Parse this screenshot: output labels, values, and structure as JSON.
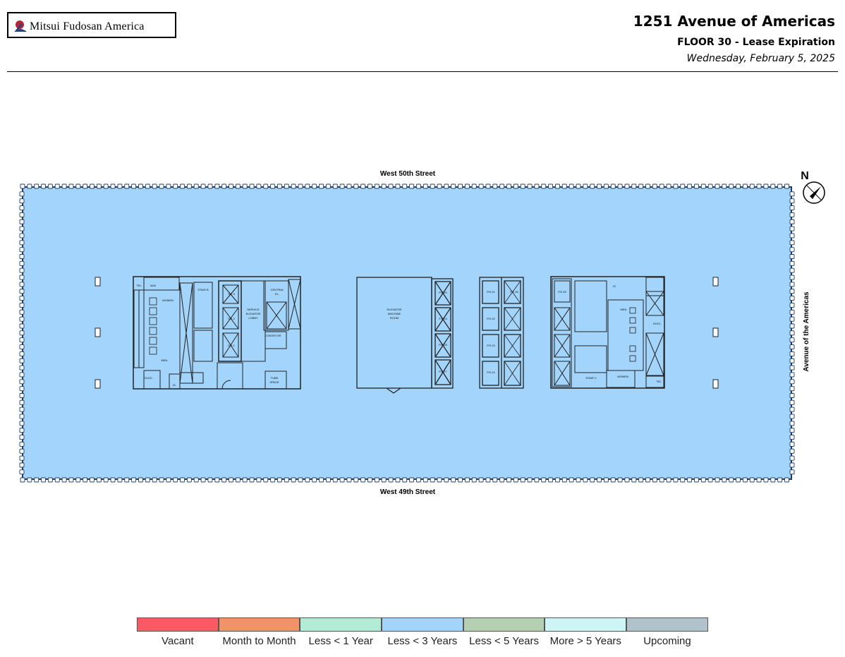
{
  "header": {
    "logo_text": "Mitsui Fudosan America",
    "building": "1251 Avenue of Americas",
    "floor_title": "FLOOR 30 - Lease Expiration",
    "date": "Wednesday, February 5, 2025"
  },
  "plan": {
    "north_street": "West 50th Street",
    "south_street": "West 49th Street",
    "east_street": "Avenue of the Americas",
    "north_label": "N",
    "fill_color": "#a3d4fb",
    "rooms": {
      "elevator_machine_room": [
        "ELEVATOR",
        "MACHINE",
        "ROOM"
      ],
      "service_lobby": [
        "SERVICE",
        "ELEVATOR",
        "LOBBY"
      ],
      "central_el": [
        "CENTRAL",
        "EL."
      ],
      "tube_space": [
        "TUBE",
        "SPACE"
      ],
      "stair_b": "STAIR B",
      "stair_c": "STAIR C",
      "men_west": "MEN",
      "men_east": "MEN",
      "women_west": "WOMEN",
      "women_east": "WOMEN",
      "ada": "ADA",
      "elec_west": "ELEC.",
      "elec_east": "ELEC.",
      "janitor_west": "JC",
      "janitor_east": "JC",
      "conveyor": "CONVEYOR",
      "tel_west": "TEL",
      "tel_east": "TEL",
      "elev_labels": {
        "se3": "S.E.3",
        "se2": "S.E.2",
        "se1": "S.E.1",
        "pe20": "P.E.20",
        "pe19": "P.E.19",
        "pe18": "P.E.18",
        "pe17": "P.E.17",
        "pe21": "P.E.21",
        "pe22": "P.E.22",
        "pe23": "P.E.23",
        "pe24": "P.E.24",
        "pe25": "P.E.25",
        "pe26": "P.E.26"
      }
    }
  },
  "legend": [
    {
      "label": "Vacant",
      "color": "#fb5964"
    },
    {
      "label": "Month to Month",
      "color": "#f2926b"
    },
    {
      "label": "Less < 1 Year",
      "color": "#b3ecd6"
    },
    {
      "label": "Less < 3 Years",
      "color": "#a3d4fb"
    },
    {
      "label": "Less < 5 Years",
      "color": "#b5cfb2"
    },
    {
      "label": "More > 5 Years",
      "color": "#cef5f6"
    },
    {
      "label": "Upcoming",
      "color": "#b1c2cd"
    }
  ]
}
